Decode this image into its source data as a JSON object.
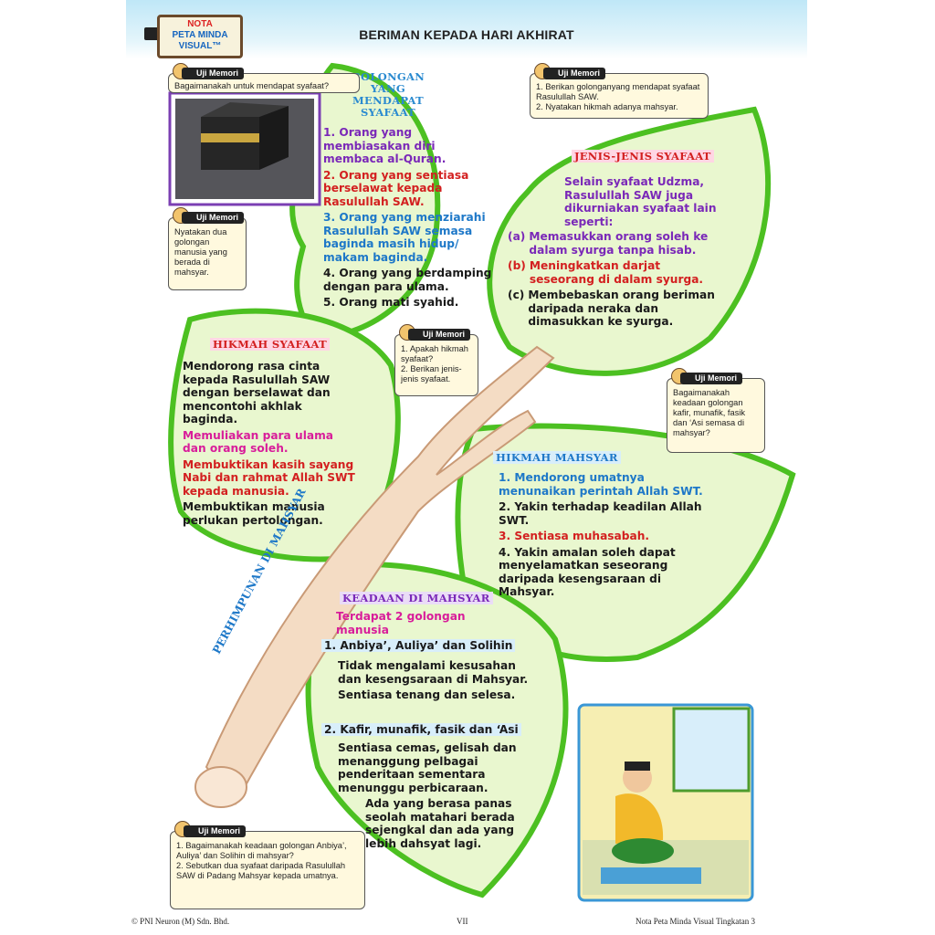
{
  "header": {
    "nota_line1": "NOTA",
    "nota_line2": "PETA MINDA",
    "nota_line3": "VISUAL™",
    "title": "BERIMAN KEPADA HARI AKHIRAT"
  },
  "branch_label": "PERHIMPUNAN DI MAHSYAR",
  "golongan": {
    "heading": "GOLONGAN YANG MENDAPAT SYAFAAT",
    "items": [
      "1. Orang yang membiasakan diri membaca al-Quran.",
      "2. Orang yang sentiasa berselawat kepada Rasulullah SAW.",
      "3. Orang yang menziarahi Rasulullah SAW semasa baginda masih hidup/ makam baginda.",
      "4. Orang yang berdamping dengan para ulama.",
      "5. Orang mati syahid."
    ]
  },
  "jenis": {
    "heading": "JENIS-JENIS SYAFAAT",
    "intro": "Selain syafaat Udzma, Rasulullah SAW juga dikurniakan syafaat lain seperti:",
    "items": [
      {
        "label": "(a)",
        "text": "Memasukkan orang soleh ke dalam syurga tanpa hisab."
      },
      {
        "label": "(b)",
        "text": "Meningkatkan darjat seseorang di dalam syurga."
      },
      {
        "label": "(c)",
        "text": "Membebaskan orang beriman daripada neraka dan dimasukkan ke syurga."
      }
    ]
  },
  "hikmah_syafaat": {
    "heading": "HIKMAH SYAFAAT",
    "items": [
      "Mendorong rasa cinta kepada Rasulullah SAW dengan berselawat dan mencontohi akhlak baginda.",
      "Memuliakan para ulama dan orang soleh.",
      "Membuktikan kasih sayang Nabi dan rahmat Allah SWT kepada manusia.",
      "Membuktikan manusia perlukan pertolongan."
    ]
  },
  "hikmah_mahsyar": {
    "heading": "HIKMAH MAHSYAR",
    "items": [
      "1. Mendorong umatnya menunaikan perintah Allah SWT.",
      "2. Yakin terhadap keadilan Allah SWT.",
      "3. Sentiasa muhasabah.",
      "4. Yakin amalan soleh dapat menyelamatkan seseorang daripada kesengsaraan di Mahsyar."
    ]
  },
  "keadaan": {
    "heading": "KEADAAN DI MAHSYAR",
    "intro": "Terdapat 2 golongan manusia",
    "g1": "1. Anbiya’, Auliya’ dan Solihin",
    "g1_items": [
      "Tidak mengalami kesusahan dan kesengsaraan di Mahsyar.",
      "Sentiasa tenang dan selesa."
    ],
    "g2": "2. Kafir, munafik, fasik dan ‘Asi",
    "g2_items": [
      "Sentiasa cemas, gelisah dan menanggung pelbagai penderitaan sementara menunggu perbicaraan.",
      "Ada yang berasa panas seolah matahari berada sejengkal dan ada yang lebih dahsyat lagi."
    ]
  },
  "uji_label": "Uji Memori",
  "uji": [
    {
      "lines": [
        "Bagaimanakah untuk mendapat syafaat?"
      ]
    },
    {
      "lines": [
        "1. Berikan golonganyang mendapat syafaat Rasulullah SAW.",
        "2. Nyatakan hikmah adanya mahsyar."
      ]
    },
    {
      "lines": [
        "Nyatakan dua golongan manusia yang berada di mahsyar."
      ]
    },
    {
      "lines": [
        "1. Apakah hikmah syafaat?",
        "2. Berikan jenis-jenis syafaat."
      ]
    },
    {
      "lines": [
        "Bagaimanakah keadaan golongan kafir, munafik, fasik dan ‘Asi semasa di mahsyar?"
      ]
    },
    {
      "lines": [
        "1. Bagaimanakah keadaan golongan Anbiya’, Auliya’ dan Solihin di mahsyar?",
        "2. Sebutkan dua syafaat daripada Rasulullah SAW di Padang Mahsyar kepada umatnya."
      ]
    }
  ],
  "footer": {
    "left": "© PNI Neuron (M) Sdn. Bhd.",
    "center": "VII",
    "right": "Nota Peta Minda Visual Tingkatan 3"
  },
  "colors": {
    "leaf": "#e9f7cf",
    "leaf_edge": "#4cc021",
    "trunk": "#f4dcc4",
    "trunk_edge": "#c99a76"
  }
}
